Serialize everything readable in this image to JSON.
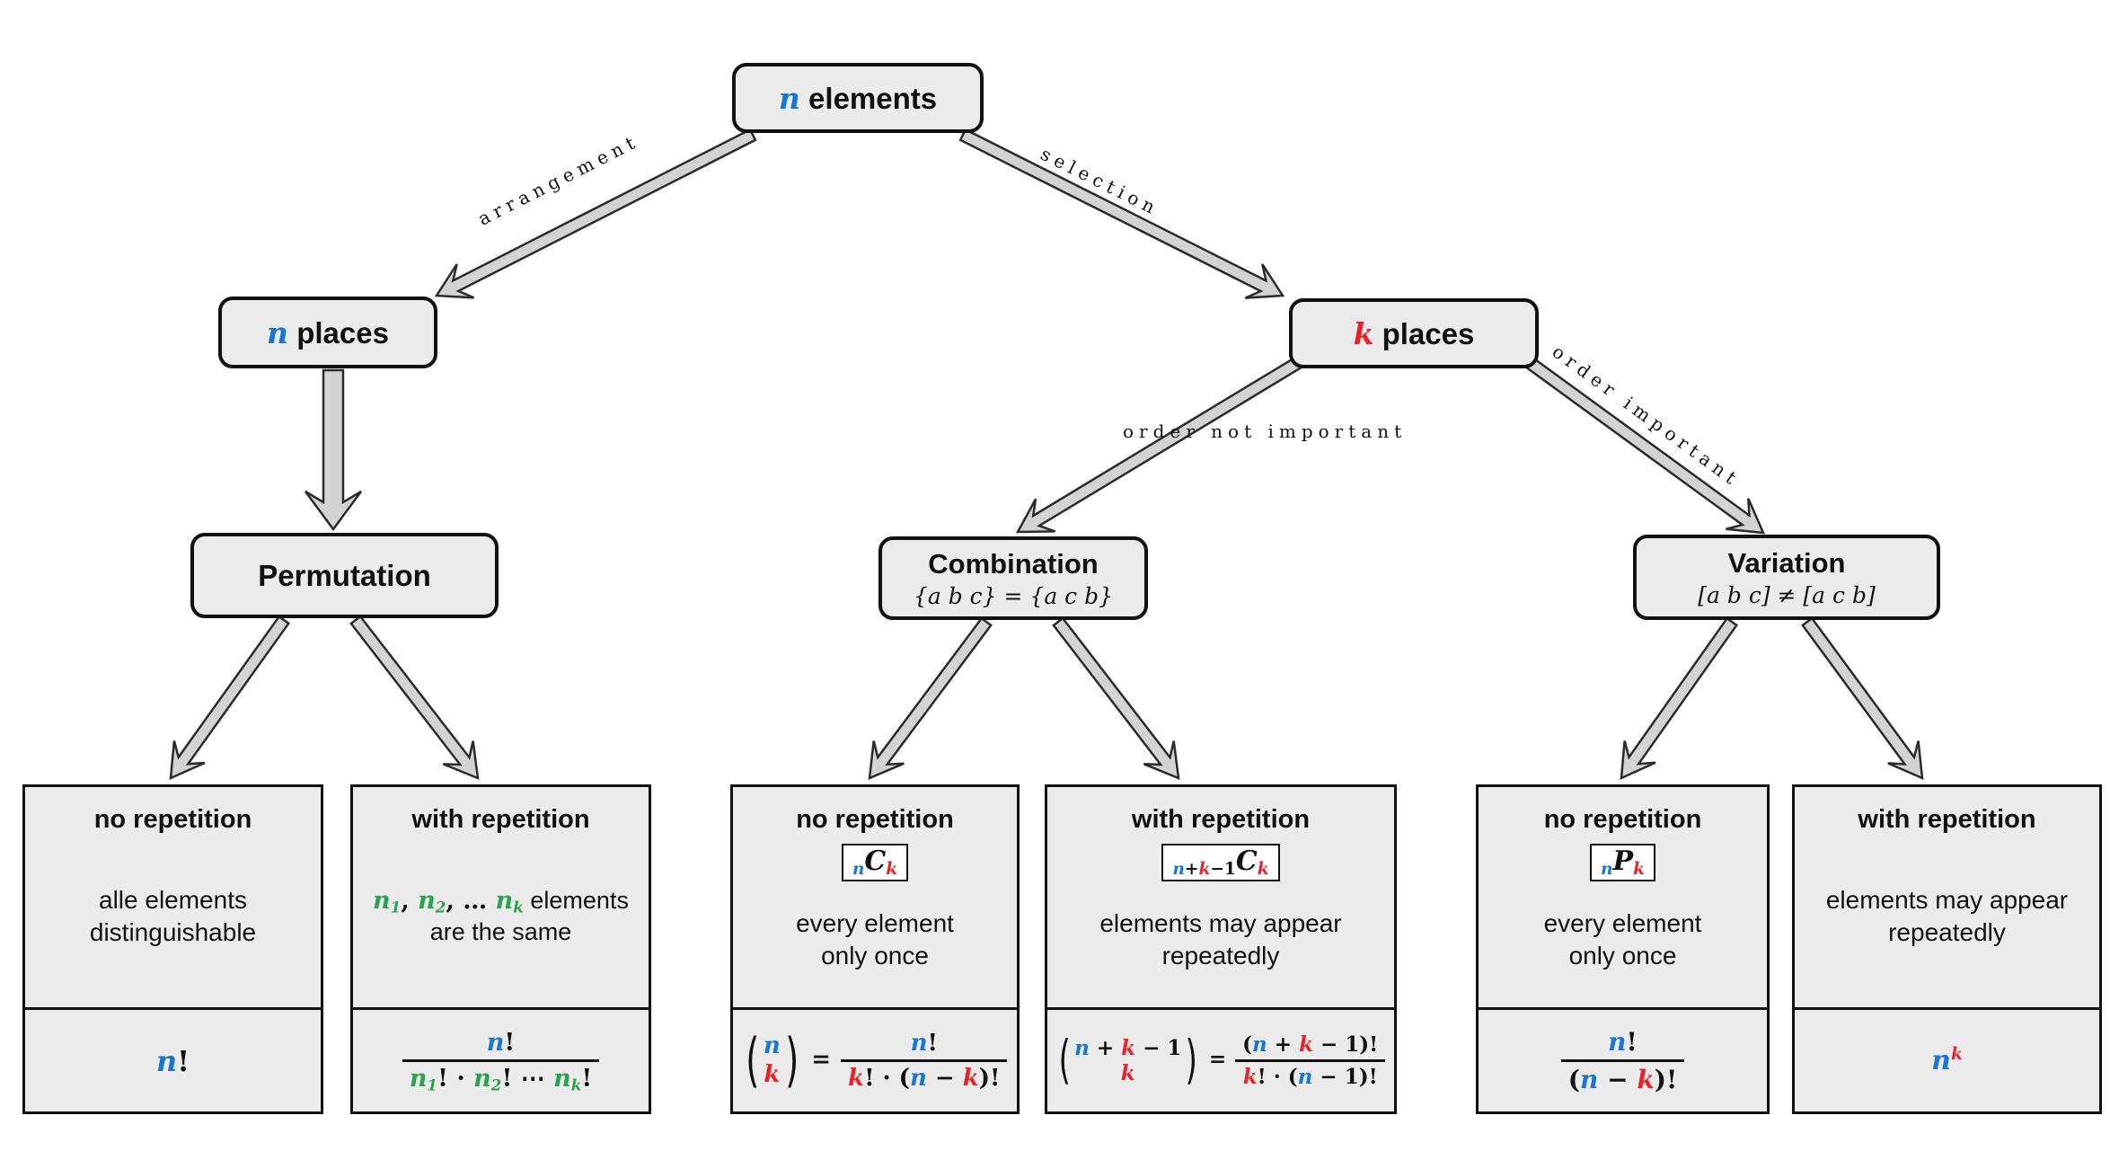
{
  "colors": {
    "blue": "#1b76d1",
    "red": "#e8212a",
    "green": "#2aa24f",
    "box_fill": "#ebebeb",
    "arrow_fill": "#d3d3d3"
  },
  "nodes": {
    "root": {
      "title_tokens": [
        {
          "t": "mi",
          "v": "n",
          "c": "blue"
        },
        {
          "t": "txt",
          "v": " elements"
        }
      ]
    },
    "n_places": {
      "title_tokens": [
        {
          "t": "mi",
          "v": "n",
          "c": "blue"
        },
        {
          "t": "txt",
          "v": " places"
        }
      ]
    },
    "k_places": {
      "title_tokens": [
        {
          "t": "mi",
          "v": "k",
          "c": "red"
        },
        {
          "t": "txt",
          "v": " places"
        }
      ]
    },
    "permutation": {
      "label": "Permutation"
    },
    "combination": {
      "label": "Combination",
      "subtitle": "{a b c} = {a c b}"
    },
    "variation": {
      "label": "Variation",
      "subtitle": "[a b c] ≠ [a c b]"
    }
  },
  "edge_labels": {
    "arrangement": "arrangement",
    "selection": "selection",
    "order_not_important": "order not important",
    "order_important": "order important"
  },
  "cards": [
    {
      "title": "no repetition",
      "desc_tokens": [
        {
          "t": "txt",
          "v": "alle elements"
        },
        {
          "t": "br"
        },
        {
          "t": "txt",
          "v": "distinguishable"
        }
      ],
      "formula_tokens": [
        {
          "t": "mi",
          "v": "n",
          "c": "blue"
        },
        {
          "t": "mo",
          "v": "!"
        }
      ]
    },
    {
      "title": "with repetition",
      "desc_tokens": [
        {
          "t": "mi",
          "v": "n",
          "c": "green"
        },
        {
          "t": "sub",
          "v": "1",
          "c": "green"
        },
        {
          "t": "mo",
          "v": ", "
        },
        {
          "t": "mi",
          "v": "n",
          "c": "green"
        },
        {
          "t": "sub",
          "v": "2",
          "c": "green"
        },
        {
          "t": "mo",
          "v": ", … "
        },
        {
          "t": "mi",
          "v": "n",
          "c": "green"
        },
        {
          "t": "sub",
          "v": "k",
          "c": "green"
        },
        {
          "t": "txt",
          "v": " elements"
        },
        {
          "t": "br"
        },
        {
          "t": "txt",
          "v": "are the same"
        }
      ],
      "formula_tokens": [
        {
          "t": "frac",
          "num": [
            {
              "t": "mi",
              "v": "n",
              "c": "blue"
            },
            {
              "t": "mo",
              "v": "!"
            }
          ],
          "den": [
            {
              "t": "mi",
              "v": "n",
              "c": "green"
            },
            {
              "t": "sub",
              "v": "1",
              "c": "green"
            },
            {
              "t": "mo",
              "v": "! · "
            },
            {
              "t": "mi",
              "v": "n",
              "c": "green"
            },
            {
              "t": "sub",
              "v": "2",
              "c": "green"
            },
            {
              "t": "mo",
              "v": "! ⋯ "
            },
            {
              "t": "mi",
              "v": "n",
              "c": "green"
            },
            {
              "t": "sub",
              "v": "k",
              "c": "green"
            },
            {
              "t": "mo",
              "v": "!"
            }
          ]
        }
      ]
    },
    {
      "title": "no repetition",
      "badge_tokens": [
        {
          "t": "sub",
          "v": "n",
          "c": "blue"
        },
        {
          "t": "mi",
          "v": "C"
        },
        {
          "t": "sub",
          "v": "k",
          "c": "red"
        }
      ],
      "desc_tokens": [
        {
          "t": "txt",
          "v": "every element"
        },
        {
          "t": "br"
        },
        {
          "t": "txt",
          "v": "only once"
        }
      ],
      "formula_tokens": [
        {
          "t": "binom",
          "top": [
            {
              "t": "mi",
              "v": "n",
              "c": "blue"
            }
          ],
          "bot": [
            {
              "t": "mi",
              "v": "k",
              "c": "red"
            }
          ]
        },
        {
          "t": "mo",
          "v": " = "
        },
        {
          "t": "frac",
          "num": [
            {
              "t": "mi",
              "v": "n",
              "c": "blue"
            },
            {
              "t": "mo",
              "v": "!"
            }
          ],
          "den": [
            {
              "t": "mi",
              "v": "k",
              "c": "red"
            },
            {
              "t": "mo",
              "v": "! · ("
            },
            {
              "t": "mi",
              "v": "n",
              "c": "blue"
            },
            {
              "t": "mo",
              "v": " − "
            },
            {
              "t": "mi",
              "v": "k",
              "c": "red"
            },
            {
              "t": "mo",
              "v": ")!"
            }
          ]
        }
      ]
    },
    {
      "title": "with repetition",
      "badge_tokens": [
        {
          "t": "sub",
          "v": "n",
          "c": "blue"
        },
        {
          "t": "sub",
          "v": "+",
          "up": true
        },
        {
          "t": "sub",
          "v": "k",
          "c": "red"
        },
        {
          "t": "sub",
          "v": "−1",
          "up": true
        },
        {
          "t": "mi",
          "v": "C"
        },
        {
          "t": "sub",
          "v": "k",
          "c": "red"
        }
      ],
      "desc_tokens": [
        {
          "t": "txt",
          "v": "elements may appear"
        },
        {
          "t": "br"
        },
        {
          "t": "txt",
          "v": "repeatedly"
        }
      ],
      "formula_tokens": [
        {
          "t": "binom",
          "top": [
            {
              "t": "mi",
              "v": "n",
              "c": "blue"
            },
            {
              "t": "mo",
              "v": " + "
            },
            {
              "t": "mi",
              "v": "k",
              "c": "red"
            },
            {
              "t": "mo",
              "v": " − 1"
            }
          ],
          "bot": [
            {
              "t": "mi",
              "v": "k",
              "c": "red"
            }
          ]
        },
        {
          "t": "mo",
          "v": " = "
        },
        {
          "t": "frac",
          "num": [
            {
              "t": "mo",
              "v": "("
            },
            {
              "t": "mi",
              "v": "n",
              "c": "blue"
            },
            {
              "t": "mo",
              "v": " + "
            },
            {
              "t": "mi",
              "v": "k",
              "c": "red"
            },
            {
              "t": "mo",
              "v": " − 1)!"
            }
          ],
          "den": [
            {
              "t": "mi",
              "v": "k",
              "c": "red"
            },
            {
              "t": "mo",
              "v": "! · ("
            },
            {
              "t": "mi",
              "v": "n",
              "c": "blue"
            },
            {
              "t": "mo",
              "v": " − 1)!"
            }
          ]
        }
      ]
    },
    {
      "title": "no repetition",
      "badge_tokens": [
        {
          "t": "sub",
          "v": "n",
          "c": "blue"
        },
        {
          "t": "mi",
          "v": "P"
        },
        {
          "t": "sub",
          "v": "k",
          "c": "red"
        }
      ],
      "desc_tokens": [
        {
          "t": "txt",
          "v": "every element"
        },
        {
          "t": "br"
        },
        {
          "t": "txt",
          "v": "only once"
        }
      ],
      "formula_tokens": [
        {
          "t": "frac",
          "num": [
            {
              "t": "mi",
              "v": "n",
              "c": "blue"
            },
            {
              "t": "mo",
              "v": "!"
            }
          ],
          "den": [
            {
              "t": "mo",
              "v": "("
            },
            {
              "t": "mi",
              "v": "n",
              "c": "blue"
            },
            {
              "t": "mo",
              "v": " − "
            },
            {
              "t": "mi",
              "v": "k",
              "c": "red"
            },
            {
              "t": "mo",
              "v": ")!"
            }
          ]
        }
      ]
    },
    {
      "title": "with repetition",
      "desc_tokens": [
        {
          "t": "txt",
          "v": "elements may appear"
        },
        {
          "t": "br"
        },
        {
          "t": "txt",
          "v": "repeatedly"
        }
      ],
      "formula_tokens": [
        {
          "t": "mi",
          "v": "n",
          "c": "blue"
        },
        {
          "t": "sup",
          "v": "k",
          "c": "red"
        }
      ]
    }
  ]
}
